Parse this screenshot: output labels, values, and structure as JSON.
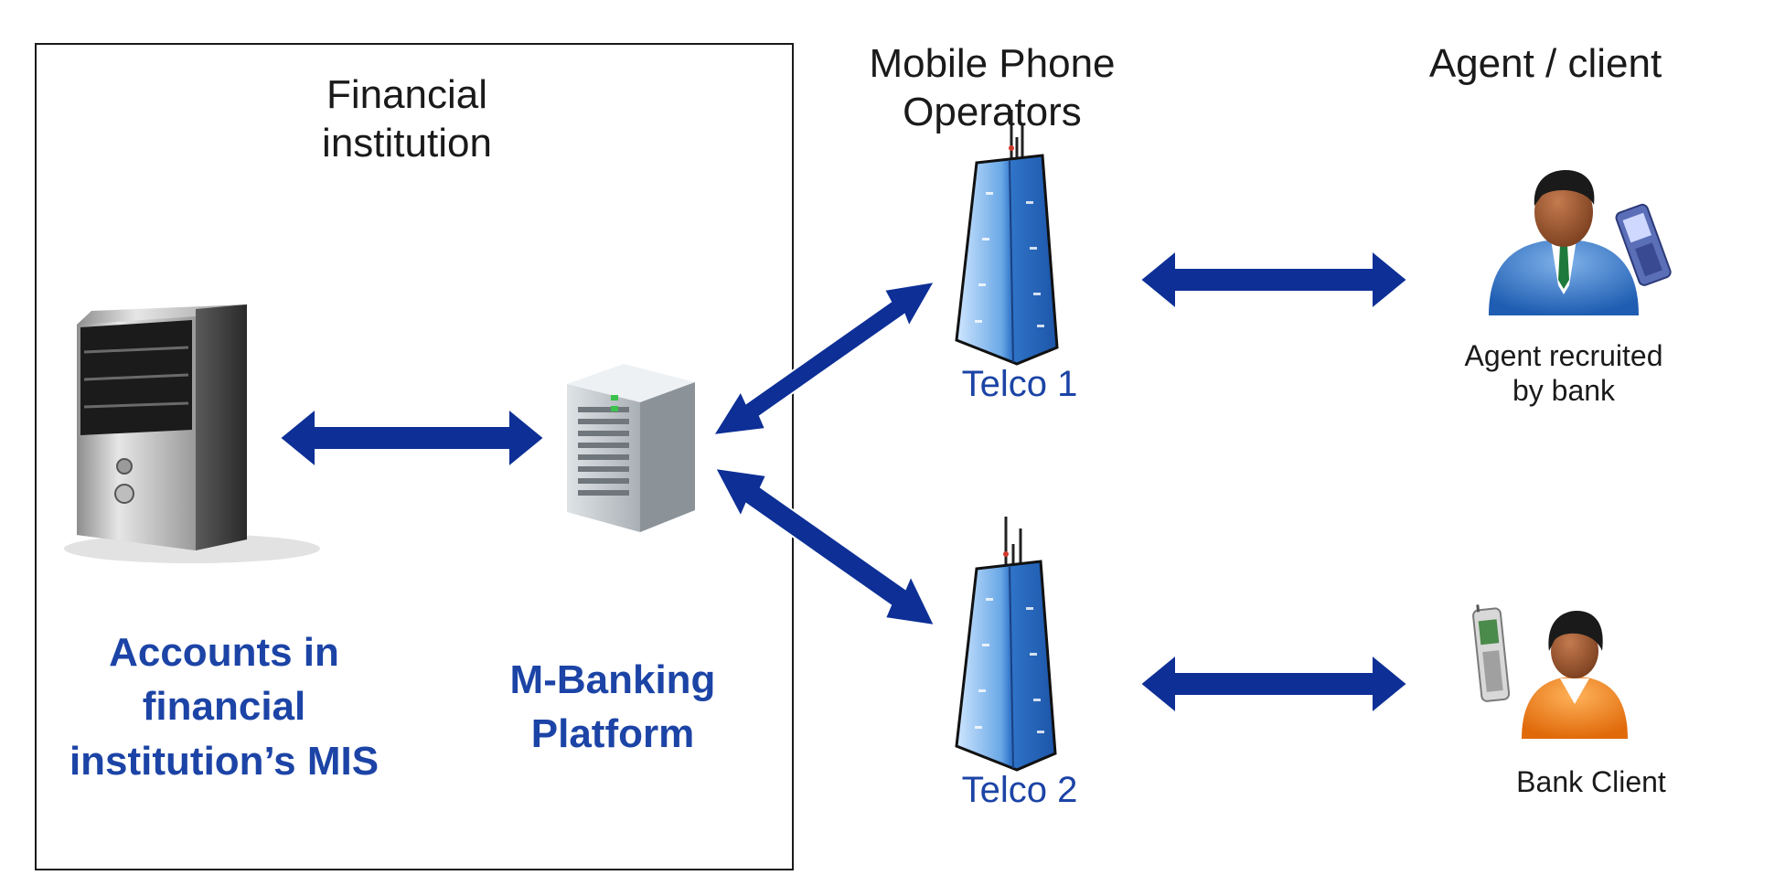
{
  "colors": {
    "arrow": "#0d2f96",
    "accent_text": "#1c44a6",
    "box_border": "#1a1a1a"
  },
  "headers": {
    "financial_institution": [
      "Financial",
      "institution"
    ],
    "mobile_operators": [
      "Mobile Phone",
      "Operators"
    ],
    "agent_client": "Agent / client"
  },
  "labels": {
    "accounts": [
      "Accounts in",
      "financial",
      "institution’s MIS"
    ],
    "platform": [
      "M-Banking",
      "Platform"
    ],
    "telco1": "Telco 1",
    "telco2": "Telco 2",
    "agent": [
      "Agent recruited",
      "by bank"
    ],
    "client": "Bank Client"
  },
  "icons": {
    "mis_server": "tower-server-icon",
    "platform_server": "rack-server-icon",
    "telco_tower": "cell-tower-icon",
    "agent": "businessman-icon",
    "client": "person-icon",
    "phone": "mobile-phone-icon"
  }
}
